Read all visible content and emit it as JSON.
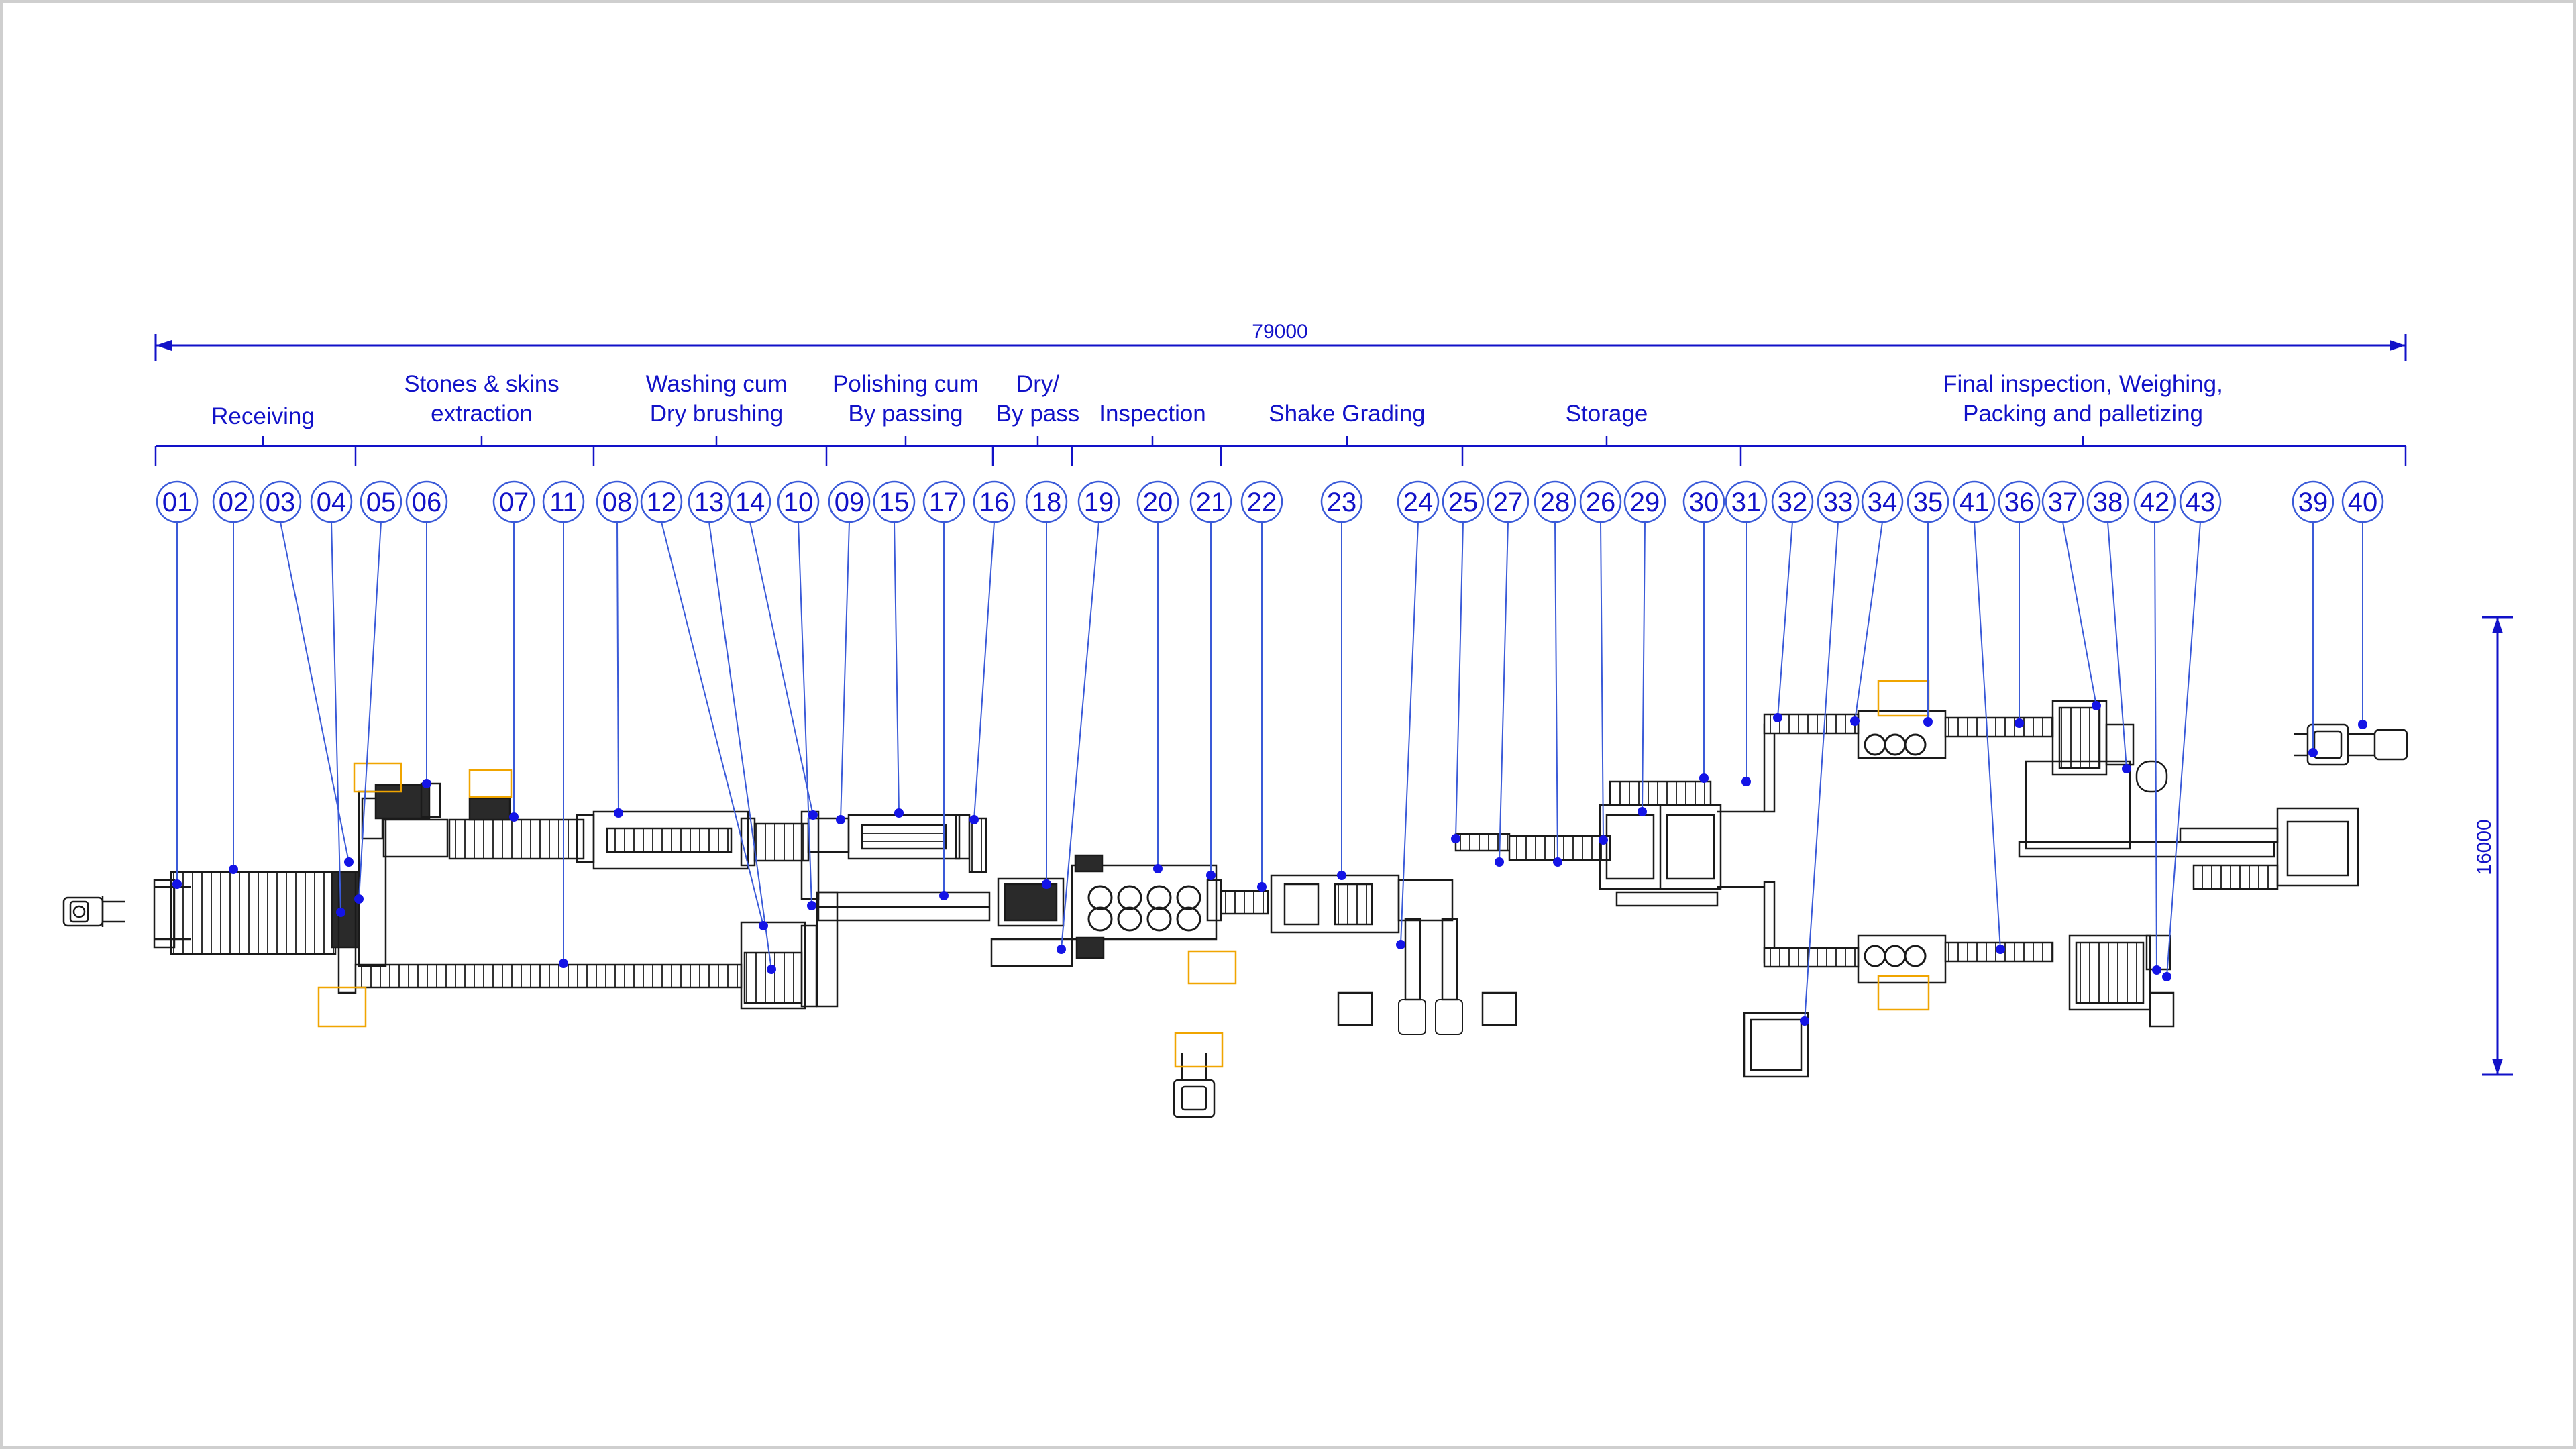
{
  "overall_length": "79000",
  "overall_width": "16000",
  "sections": [
    {
      "id": "receiving",
      "lines": [
        "Receiving"
      ]
    },
    {
      "id": "stones",
      "lines": [
        "Stones & skins",
        "extraction"
      ]
    },
    {
      "id": "washing",
      "lines": [
        "Washing cum",
        "Dry brushing"
      ]
    },
    {
      "id": "polishing",
      "lines": [
        "Polishing cum",
        "By passing"
      ]
    },
    {
      "id": "dry",
      "lines": [
        "Dry/",
        "By pass"
      ]
    },
    {
      "id": "inspection",
      "lines": [
        "Inspection"
      ]
    },
    {
      "id": "shake",
      "lines": [
        "Shake Grading"
      ]
    },
    {
      "id": "storage",
      "lines": [
        "Storage"
      ]
    },
    {
      "id": "final",
      "lines": [
        "Final inspection, Weighing,",
        "Packing and palletizing"
      ]
    }
  ],
  "stations": [
    "01",
    "02",
    "03",
    "04",
    "05",
    "06",
    "07",
    "11",
    "08",
    "12",
    "13",
    "14",
    "10",
    "09",
    "15",
    "17",
    "16",
    "18",
    "19",
    "20",
    "21",
    "22",
    "23",
    "24",
    "25",
    "27",
    "28",
    "26",
    "29",
    "30",
    "31",
    "32",
    "33",
    "34",
    "35",
    "41",
    "36",
    "37",
    "38",
    "42",
    "43",
    "39",
    "40"
  ],
  "colors": {
    "labels": "#1212c8",
    "lines": "#1a1a1a",
    "leaders": "#3a5ad8",
    "dots": "#1414e6",
    "highlight": "#f0a500",
    "frame": "#cfcfcf"
  }
}
